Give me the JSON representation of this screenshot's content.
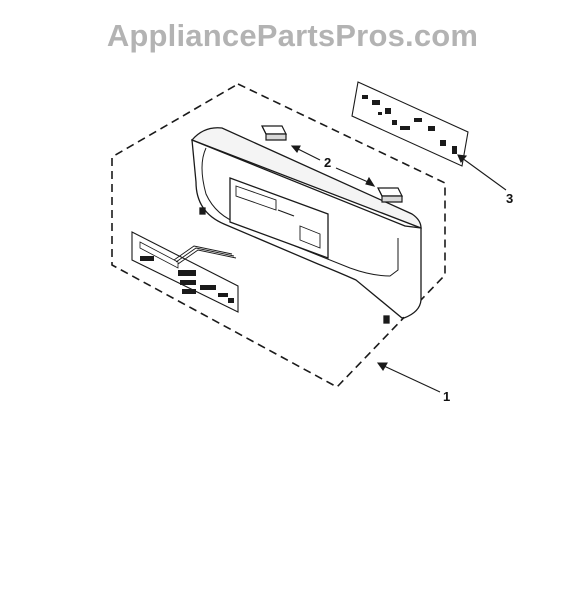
{
  "header": {
    "watermark": "AppliancePartsPros.com"
  },
  "diagram": {
    "callouts": [
      {
        "id": "1",
        "label": "1"
      },
      {
        "id": "2",
        "label": "2"
      },
      {
        "id": "3",
        "label": "3"
      }
    ],
    "colors": {
      "line": "#1a1a1a",
      "watermark": "#b3b3b3",
      "background": "#ffffff"
    }
  }
}
